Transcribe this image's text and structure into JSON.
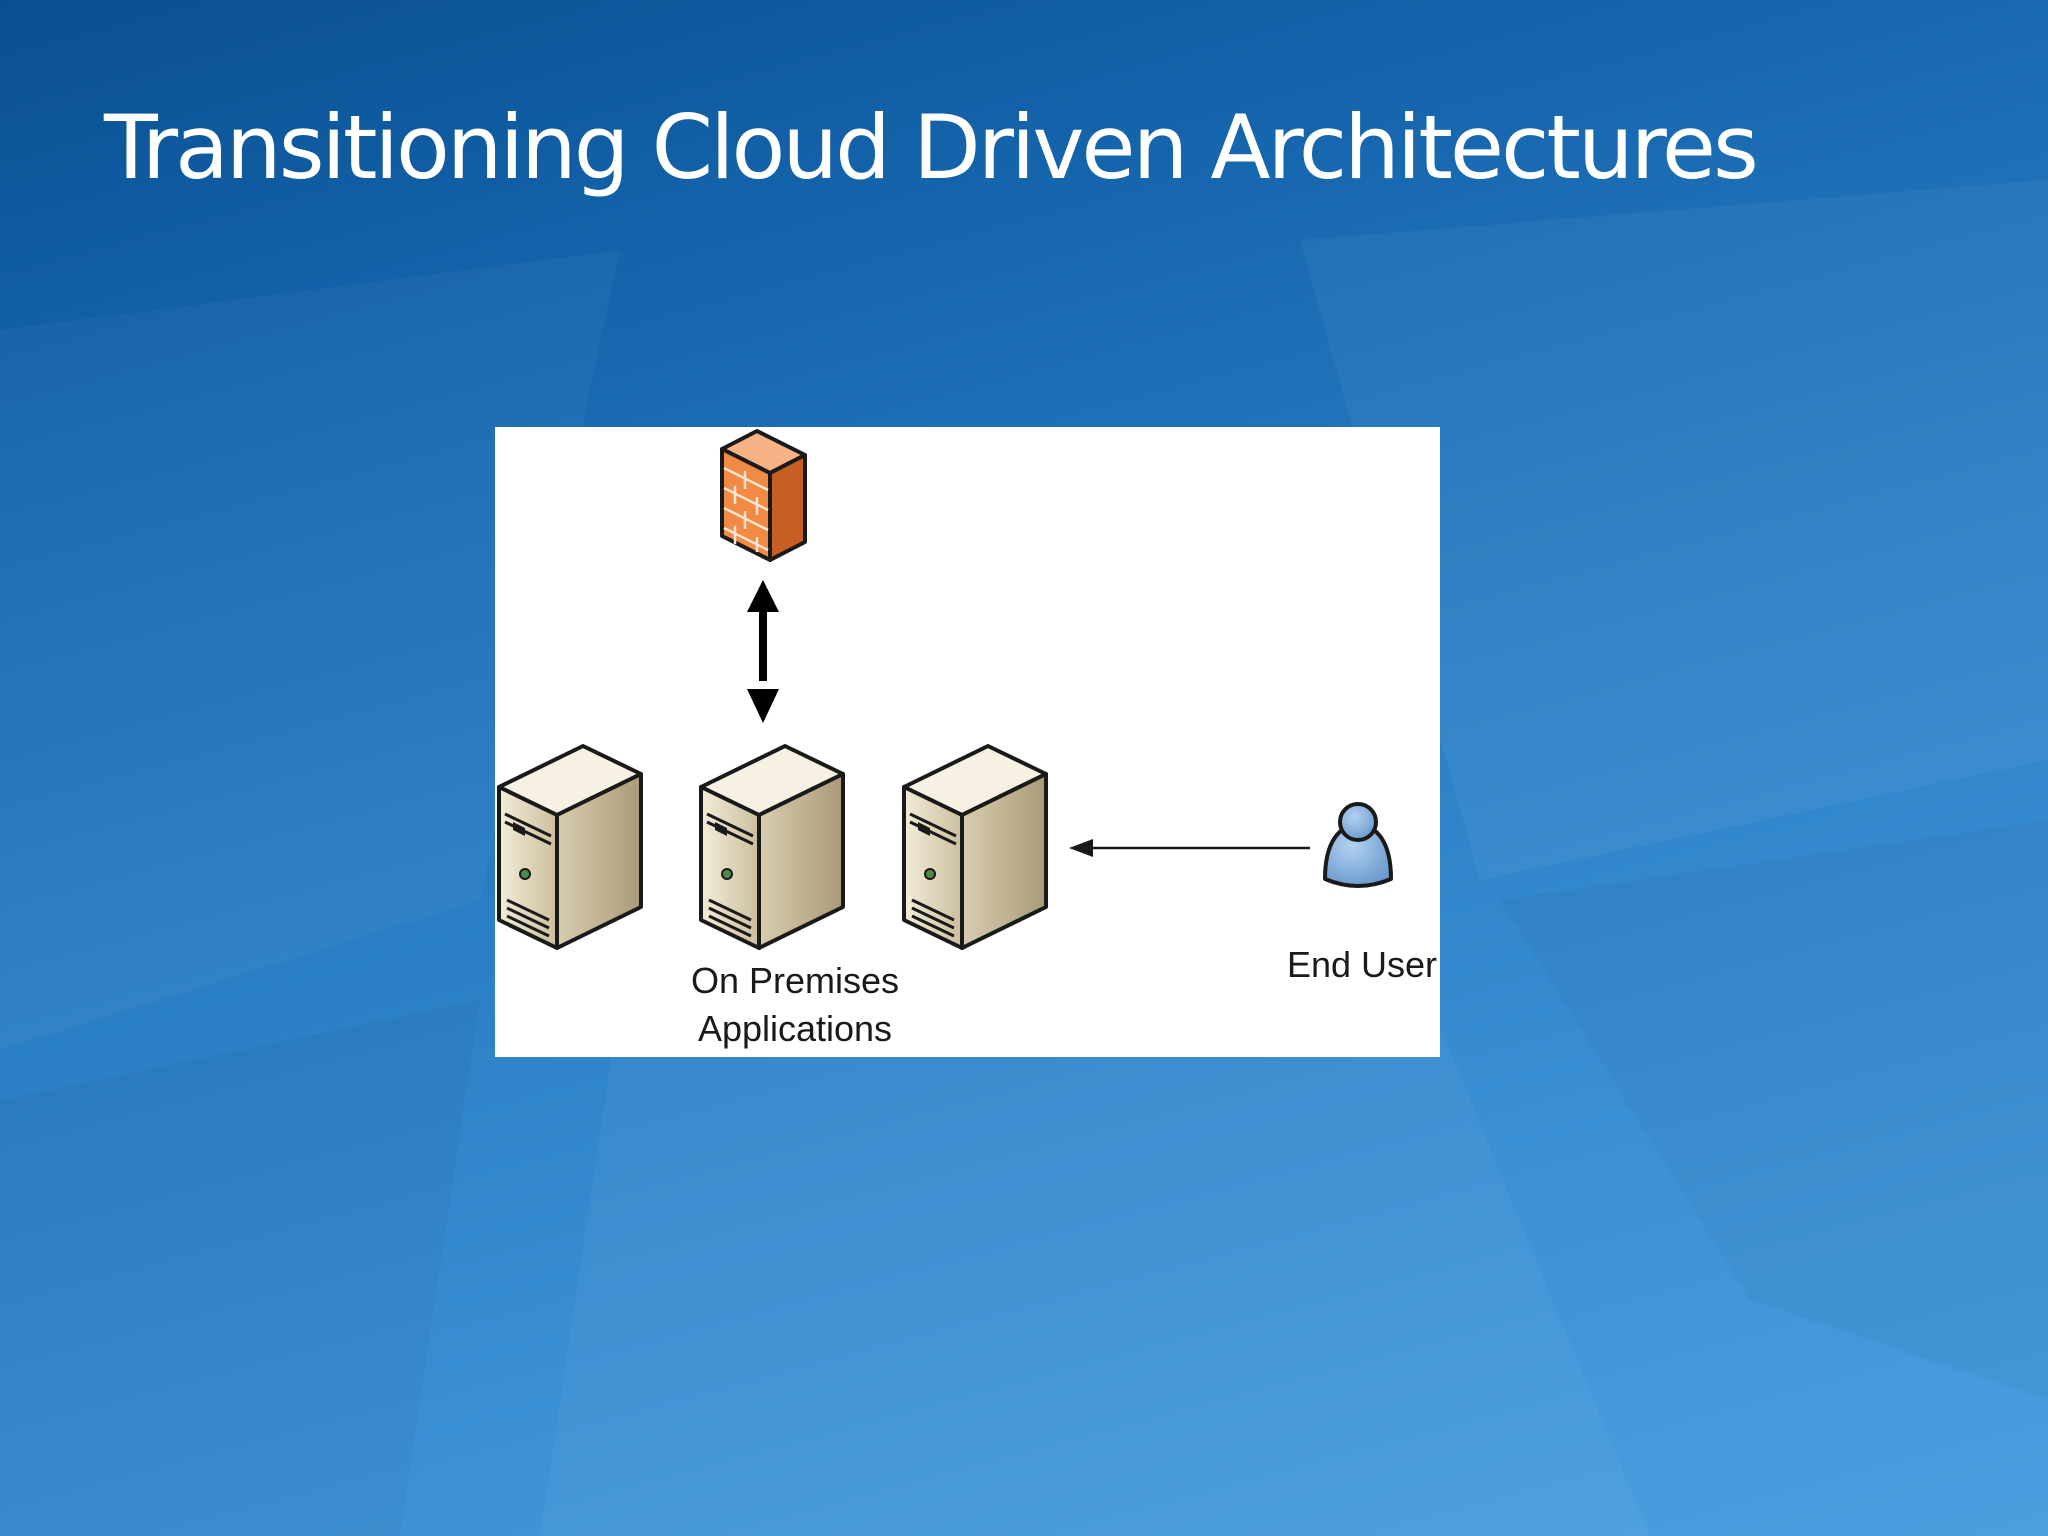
{
  "slide": {
    "title": "Transitioning Cloud Driven Architectures"
  },
  "diagram": {
    "nodes": {
      "firewall": {
        "icon": "firewall-icon"
      },
      "servers": {
        "icon": "server-icon",
        "count": 3,
        "label_line1": "On Premises",
        "label_line2": "Applications"
      },
      "end_user": {
        "icon": "user-icon",
        "label": "End User"
      }
    },
    "edges": [
      {
        "from": "firewall",
        "to": "servers",
        "style": "bidirectional"
      },
      {
        "from": "end_user",
        "to": "servers",
        "style": "one-way"
      }
    ]
  },
  "colors": {
    "background_top": "#0a4f91",
    "background_bottom": "#4aa0df",
    "title_text": "#ffffff",
    "firewall": "#f08a45",
    "server_body": "#d8cdb0",
    "user": "#6fa2d6"
  }
}
